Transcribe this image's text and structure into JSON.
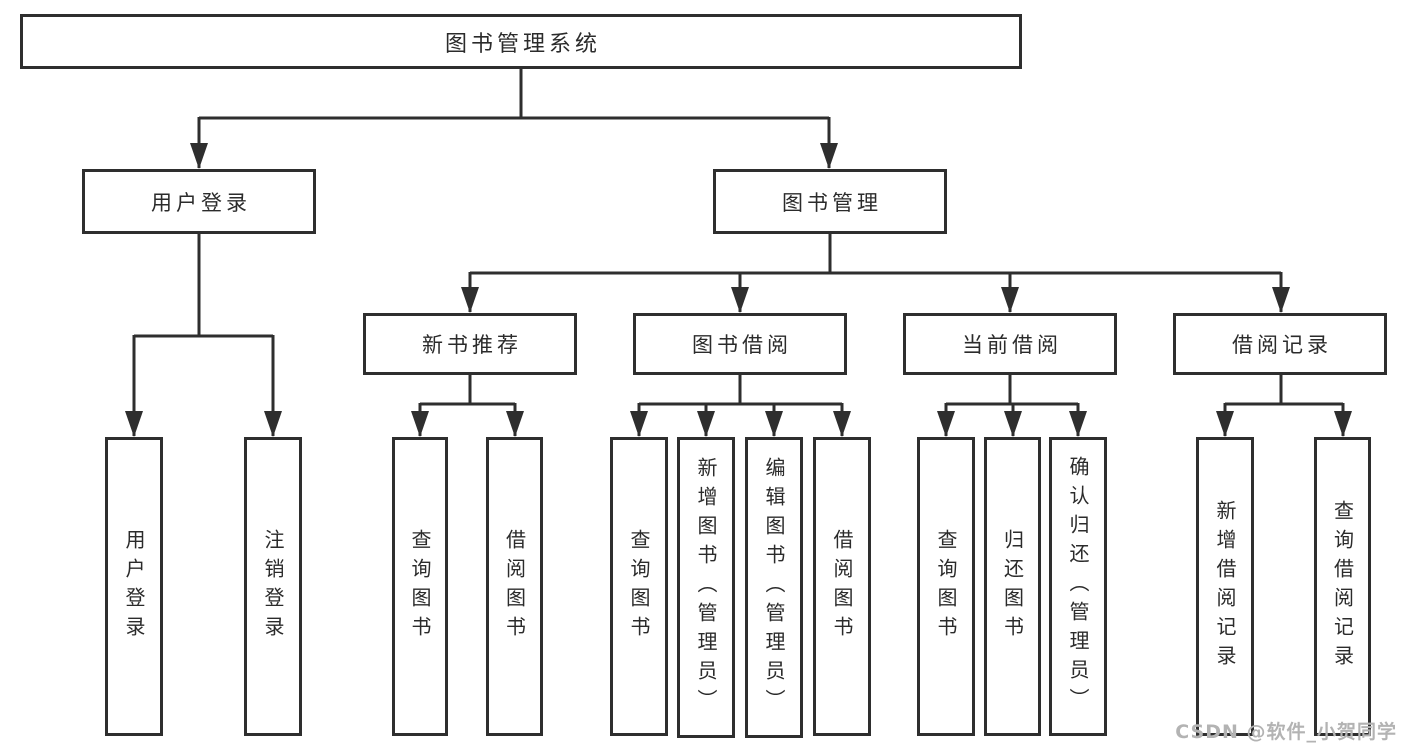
{
  "tree": {
    "root": {
      "label": "图书管理系统"
    },
    "branches": [
      {
        "label": "用户登录",
        "leaves": [
          "用户登录",
          "注销登录"
        ]
      },
      {
        "label": "图书管理",
        "groups": [
          {
            "label": "新书推荐",
            "leaves": [
              "查询图书",
              "借阅图书"
            ]
          },
          {
            "label": "图书借阅",
            "leaves": [
              "查询图书",
              "新增图书（管理员）",
              "编辑图书（管理员）",
              "借阅图书"
            ]
          },
          {
            "label": "当前借阅",
            "leaves": [
              "查询图书",
              "归还图书",
              "确认归还（管理员）"
            ]
          },
          {
            "label": "借阅记录",
            "leaves": [
              "新增借阅记录",
              "查询借阅记录"
            ]
          }
        ]
      }
    ]
  },
  "watermark": {
    "text": "CSDN @软件_小贺同学"
  },
  "colors": {
    "line": "#2e2e2e",
    "box_border": "#2e2e2e",
    "text": "#2b2b2b",
    "watermark": "#b3b3b3",
    "background": "#ffffff"
  }
}
